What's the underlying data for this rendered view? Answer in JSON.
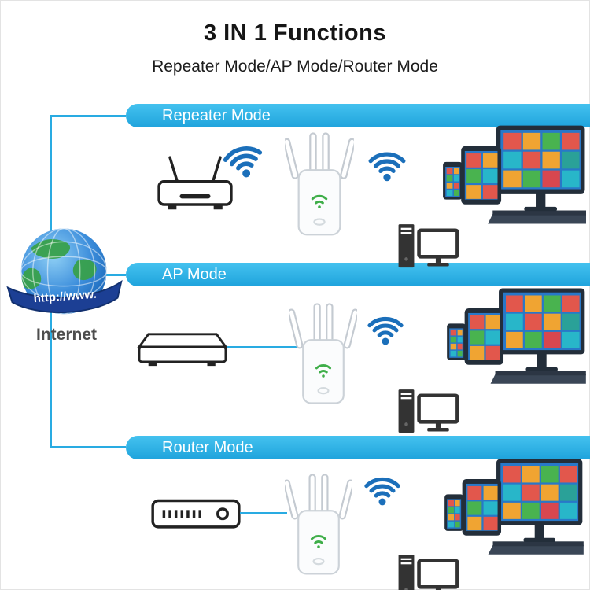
{
  "header": {
    "title": "3 IN 1 Functions",
    "subtitle": "Repeater Mode/AP Mode/Router Mode"
  },
  "internet": {
    "label": "Internet",
    "ribbon_text": "http://www.",
    "icon": "globe-icon"
  },
  "sections": [
    {
      "label": "Repeater Mode",
      "source_icon": "wireless-router-icon",
      "flow": [
        "wireless-router-icon",
        "wifi-signal-icon",
        "wifi-repeater-icon",
        "wifi-signal-icon",
        "client-devices-icon",
        "desktop-computer-icon"
      ]
    },
    {
      "label": "AP Mode",
      "source_icon": "access-point-icon",
      "flow": [
        "access-point-icon",
        "ethernet-cable-line",
        "wifi-repeater-icon",
        "wifi-signal-icon",
        "client-devices-icon",
        "desktop-computer-icon"
      ]
    },
    {
      "label": "Router Mode",
      "source_icon": "modem-icon",
      "flow": [
        "modem-icon",
        "ethernet-cable-line",
        "wifi-repeater-icon",
        "wifi-signal-icon",
        "client-devices-icon",
        "desktop-computer-icon"
      ]
    }
  ],
  "colors": {
    "banner_blue": "#29abe2",
    "connector_blue": "#29abe2",
    "wifi_blue": "#1b6fba",
    "ribbon_navy": "#1c3f94",
    "repeater_led_green": "#3fae49",
    "screen_blue": "#2878c8",
    "tile_red": "#e2574c",
    "tile_orange": "#f0a432",
    "tile_green": "#49b34f",
    "tile_teal": "#28b6c9"
  }
}
